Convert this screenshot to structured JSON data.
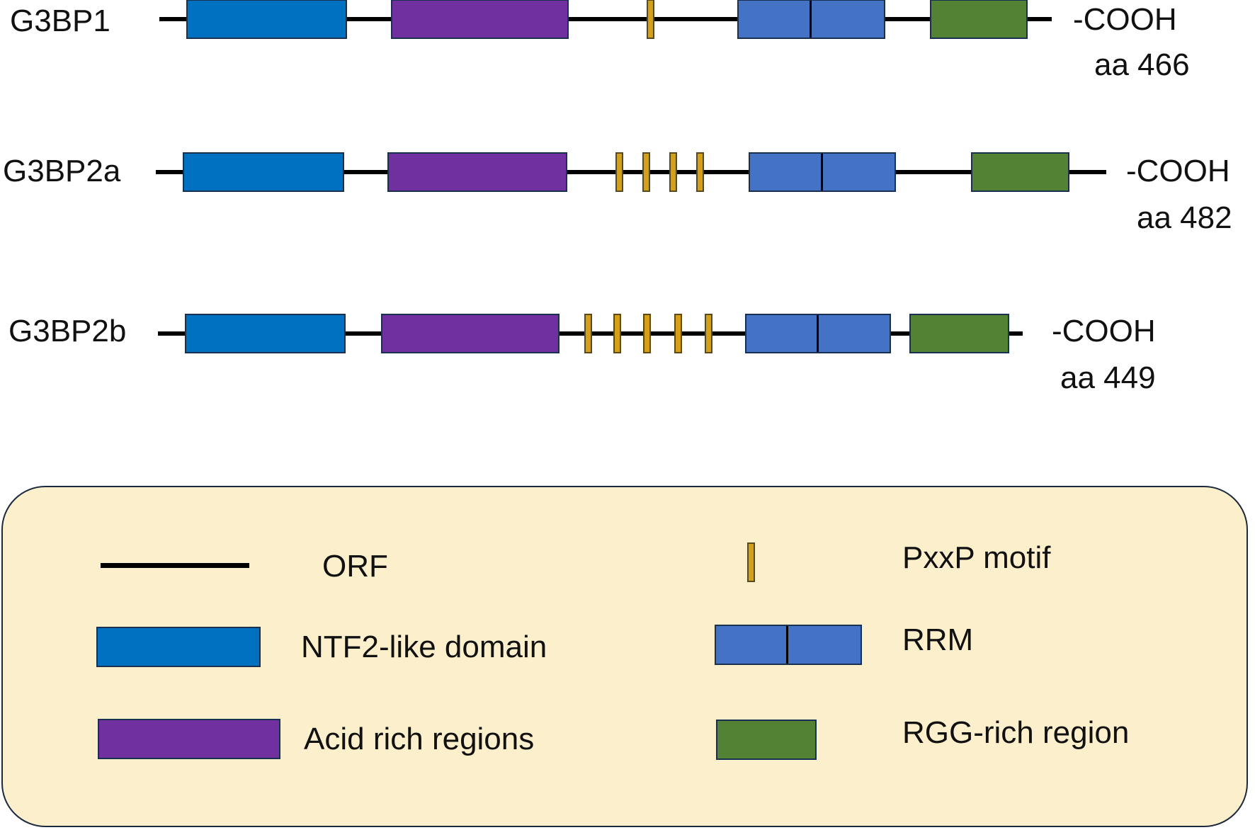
{
  "proteins": [
    {
      "name": "G3BP1",
      "terminus": "-COOH",
      "length_label": "aa 466",
      "orf": [
        225,
        1485
      ],
      "ntf2": [
        263,
        490
      ],
      "acid": [
        552,
        803
      ],
      "pxxp": [
        918
      ],
      "rrm": [
        1041,
        1250
      ],
      "rrm_divider": 1143,
      "rgg": [
        1313,
        1451
      ]
    },
    {
      "name": "G3BP2a",
      "terminus": "-COOH",
      "length_label": "aa 482",
      "orf": [
        220,
        1562
      ],
      "ntf2": [
        258,
        486
      ],
      "acid": [
        547,
        801
      ],
      "pxxp": [
        874,
        912,
        950,
        988
      ],
      "rrm": [
        1057,
        1265
      ],
      "rrm_divider": 1159,
      "rgg": [
        1371,
        1510
      ]
    },
    {
      "name": "G3BP2b",
      "terminus": "-COOH",
      "length_label": "aa 449",
      "orf": [
        223,
        1444
      ],
      "ntf2": [
        261,
        488
      ],
      "acid": [
        538,
        790
      ],
      "pxxp": [
        830,
        871,
        913,
        957,
        1000
      ],
      "rrm": [
        1052,
        1258
      ],
      "rrm_divider": 1153,
      "rgg": [
        1284,
        1425
      ]
    }
  ],
  "legend": {
    "orf": "ORF",
    "ntf2": "NTF2-like domain",
    "acid": "Acid rich regions",
    "pxxp": "PxxP motif",
    "rrm": "RRM",
    "rgg": "RGG-rich region"
  },
  "colors": {
    "orf": "#000000",
    "ntf2": "#0070c0",
    "acid": "#7030a0",
    "pxxp": "#d4a017",
    "rrm": "#4472c4",
    "rgg": "#548235",
    "legend_bg": "#fcefcb"
  }
}
